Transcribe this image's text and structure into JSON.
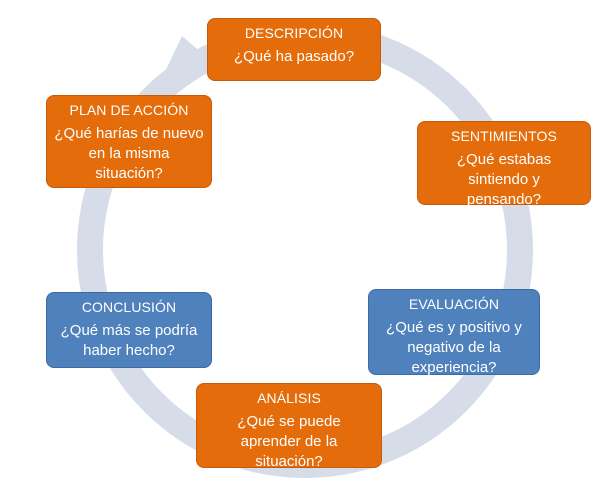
{
  "diagram": {
    "colors": {
      "ring": "#d6dce8",
      "orange": "#e46c0a",
      "blue": "#4f81bd",
      "text": "#ffffff"
    },
    "nodes": [
      {
        "id": "descripcion",
        "title": "DESCRIPCIÓN",
        "body": "¿Qué ha pasado?",
        "color": "orange"
      },
      {
        "id": "sentimientos",
        "title": "SENTIMIENTOS",
        "body": "¿Qué estabas sintiendo y pensando?",
        "color": "orange"
      },
      {
        "id": "evaluacion",
        "title": "EVALUACIÓN",
        "body": "¿Qué es y positivo y negativo de la experiencia?",
        "color": "blue"
      },
      {
        "id": "analisis",
        "title": "ANÁLISIS",
        "body": "¿Qué se puede aprender de la situación?",
        "color": "orange"
      },
      {
        "id": "conclusion",
        "title": "CONCLUSIÓN",
        "body": "¿Qué más se podría haber hecho?",
        "color": "blue"
      },
      {
        "id": "plan",
        "title": "PLAN DE ACCIÓN",
        "body": "¿Qué harías de nuevo en la misma situación?",
        "color": "orange"
      }
    ]
  }
}
